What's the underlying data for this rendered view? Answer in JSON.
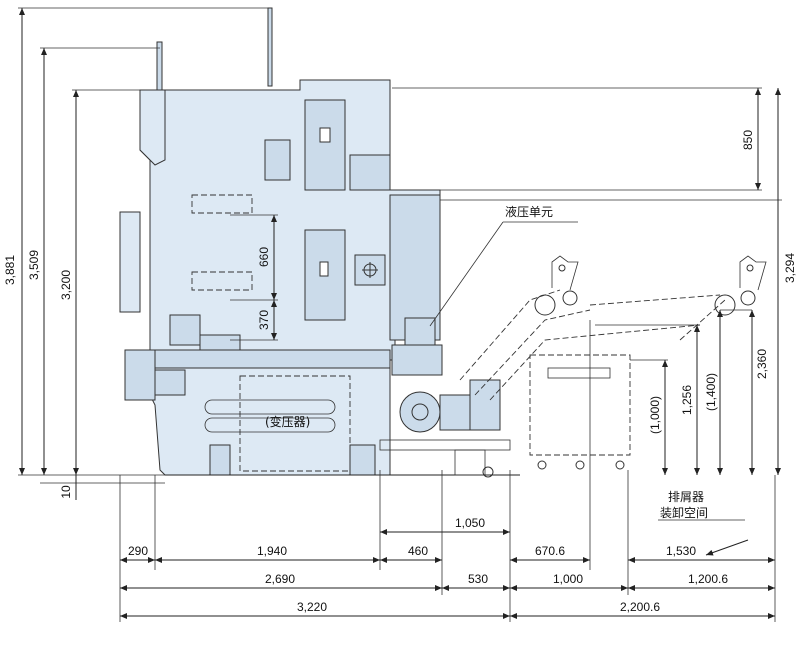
{
  "labels": {
    "hydraulic_unit": "液压单元",
    "transformer": "(变压器)",
    "chip_remover_line1": "排屑器",
    "chip_remover_line2": "装卸空间"
  },
  "vertical_dims": {
    "h_3881": "3,881",
    "h_3509": "3,509",
    "h_3200": "3,200",
    "h_10": "10",
    "h_660": "660",
    "h_370": "370",
    "h_850": "850",
    "h_3294": "3,294",
    "h_2360": "2,360",
    "h_1400": "(1,400)",
    "h_1256": "1,256",
    "h_1000": "(1,000)"
  },
  "horizontal_dims": {
    "w_1050": "1,050",
    "w_290": "290",
    "w_1940": "1,940",
    "w_460": "460",
    "w_670_6": "670.6",
    "w_1530": "1,530",
    "w_2690": "2,690",
    "w_530": "530",
    "w_1000": "1,000",
    "w_1200_6": "1,200.6",
    "w_3220": "3,220",
    "w_2200_6": "2,200.6"
  },
  "colors": {
    "machine_body": "#dde9f4",
    "machine_parts": "#cbdbea",
    "lines": "#222222"
  }
}
